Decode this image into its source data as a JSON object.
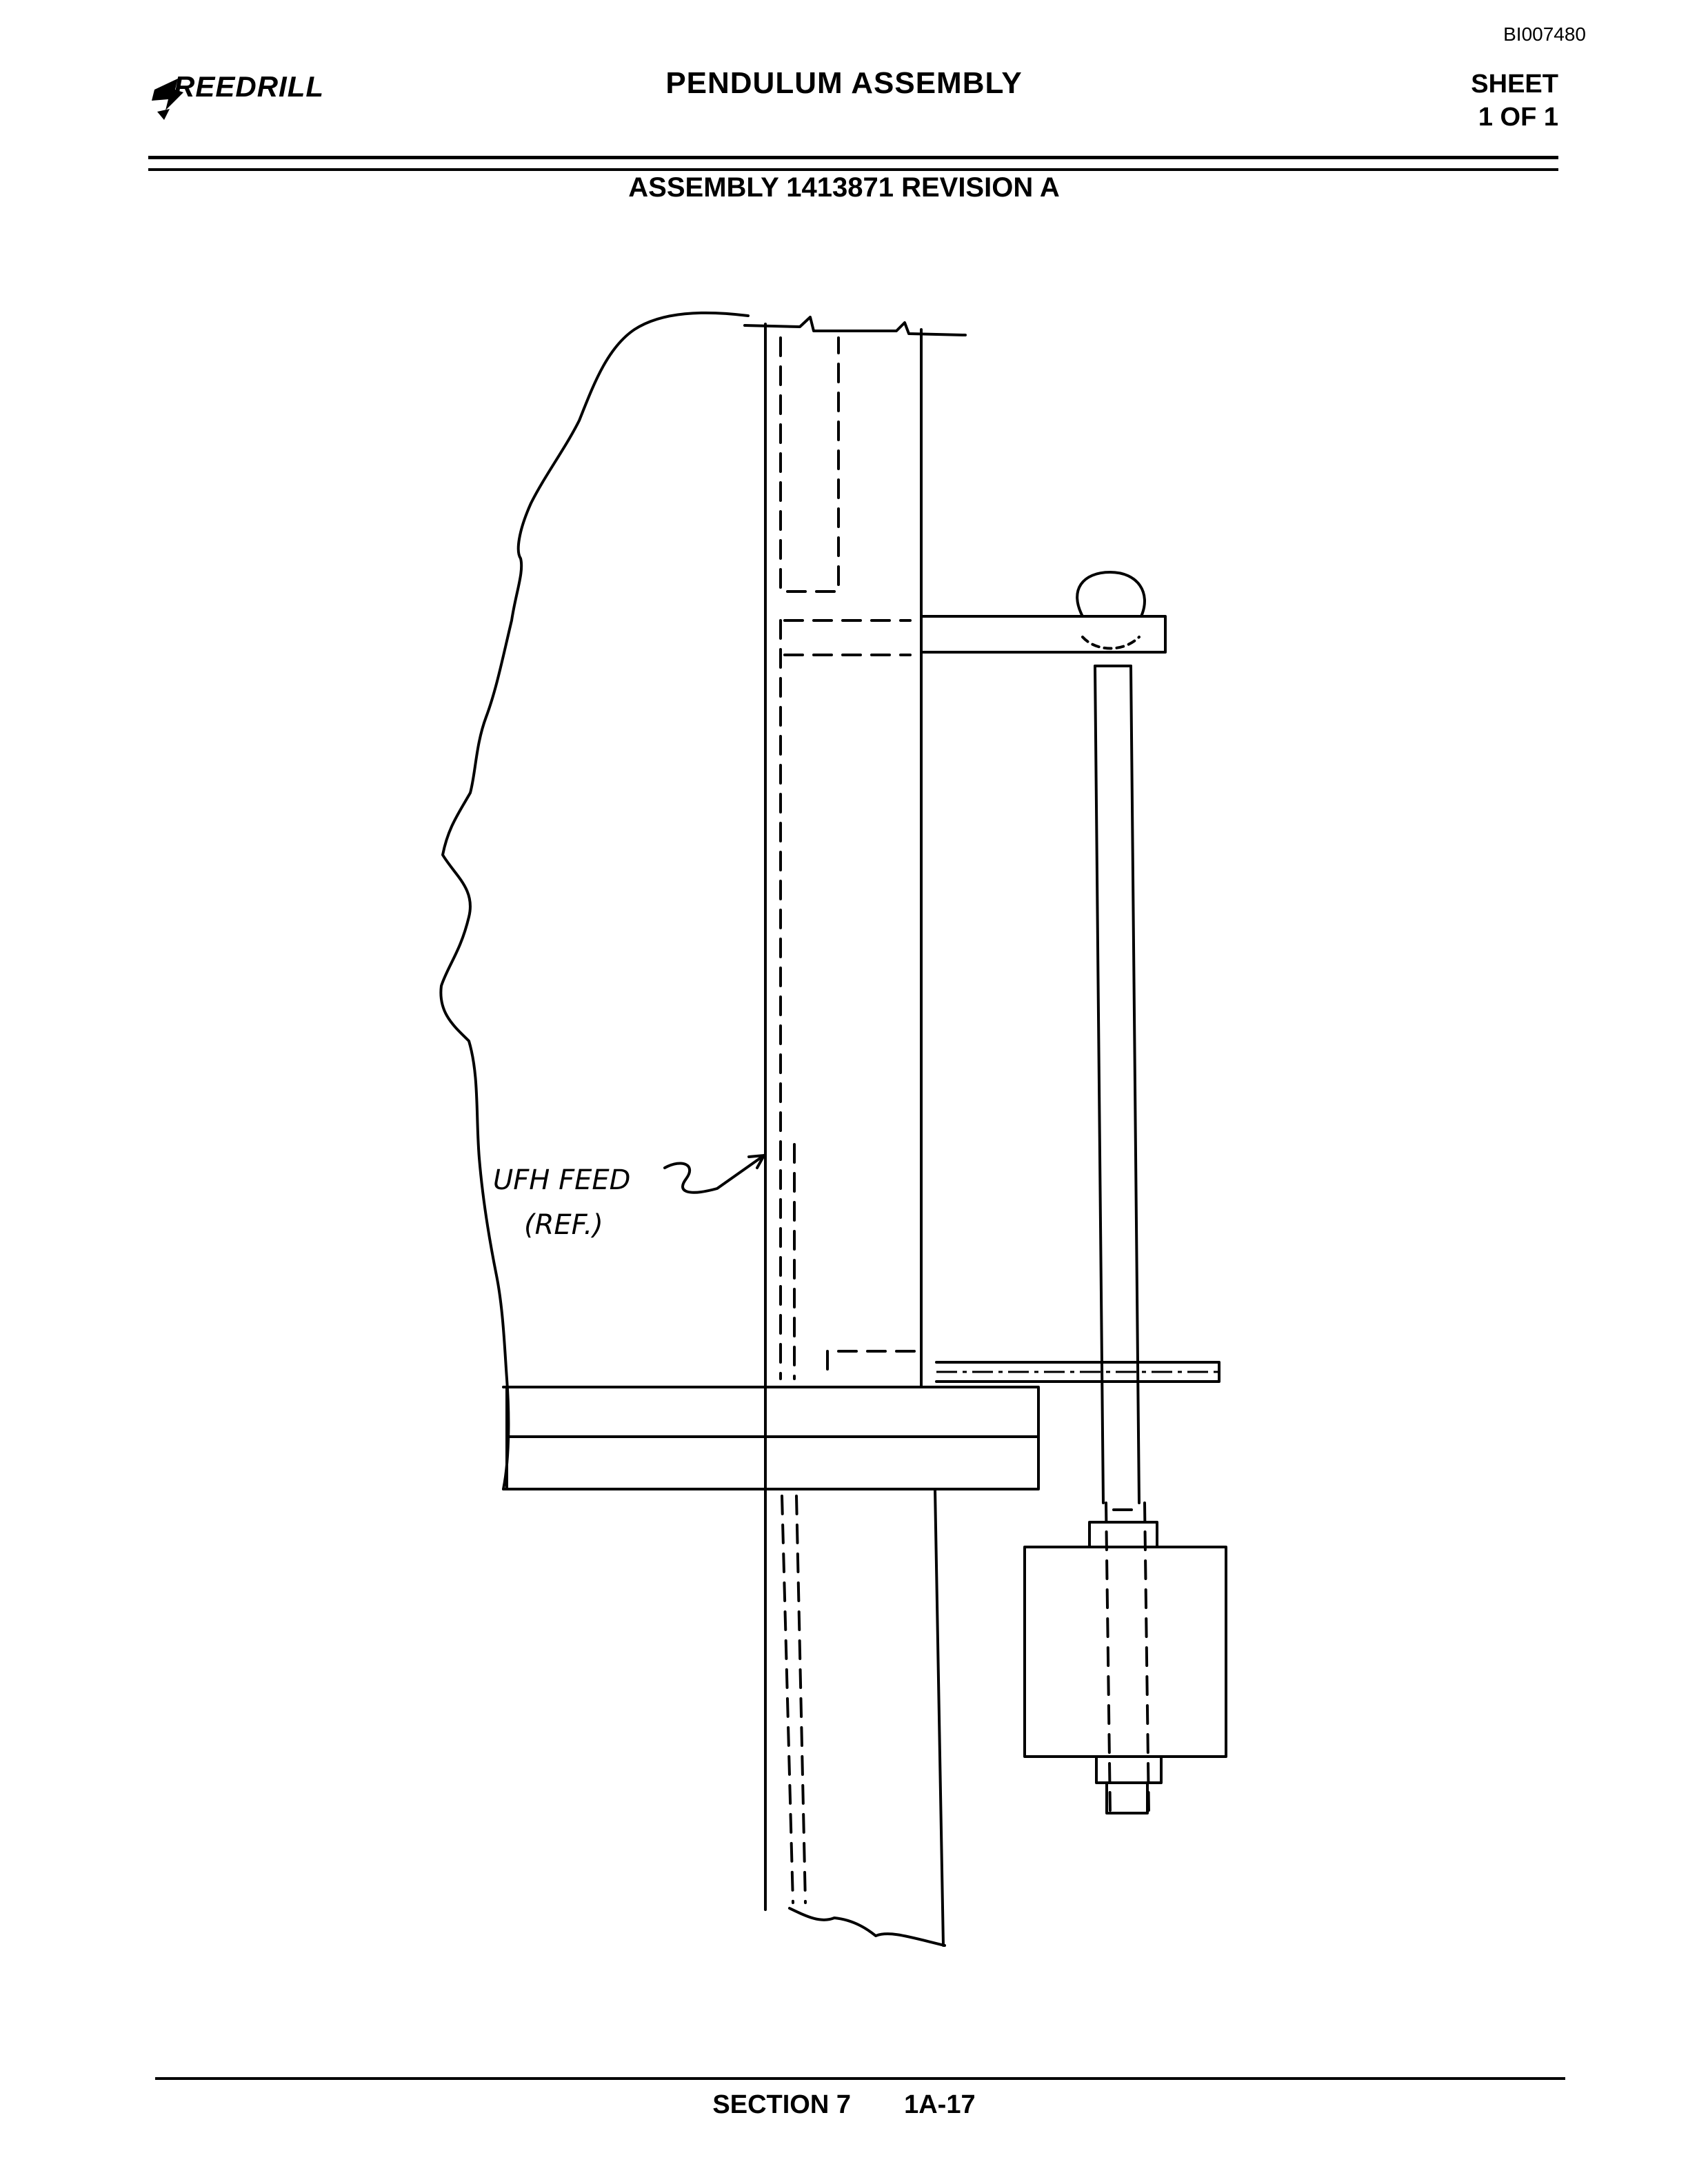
{
  "header": {
    "doc_id": "BI007480",
    "logo_text": "REEDRILL",
    "title": "PENDULUM  ASSEMBLY",
    "sheet_label": "SHEET",
    "sheet_value": "1 OF 1",
    "subtitle": "ASSEMBLY 1413871 REVISION A"
  },
  "drawing": {
    "annotation_line1": "UFH FEED",
    "annotation_line2": "(REF.)"
  },
  "footer": {
    "section": "SECTION 7",
    "page": "1A-17"
  }
}
